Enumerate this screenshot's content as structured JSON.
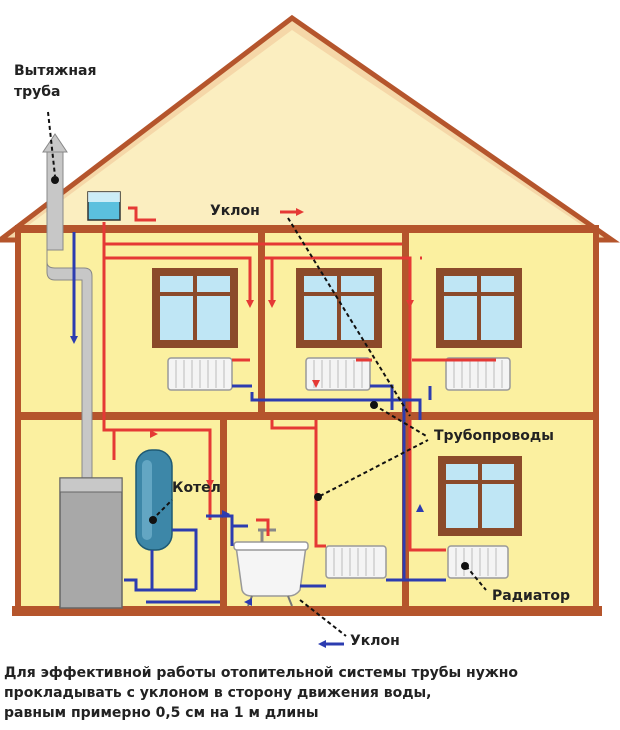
{
  "labels": {
    "exhaust_pipe_line1": "Вытяжная",
    "exhaust_pipe_line2": "труба",
    "slope_top": "Уклон",
    "pipelines": "Трубопроводы",
    "boiler": "Котел",
    "radiator": "Радиатор",
    "slope_bottom": "Уклон"
  },
  "caption": {
    "line1": "Для эффективной работы отопительной системы трубы нужно",
    "line2": "прокладывать с уклоном в сторону движения воды,",
    "line3": "равным примерно 0,5 см на 1 м длины"
  },
  "colors": {
    "hot_pipe": "#e53935",
    "cold_pipe": "#2c3cb0",
    "wall_fill": "#fbf0a0",
    "roof_fill": "#fbeec0",
    "frame": "#b5552c"
  }
}
